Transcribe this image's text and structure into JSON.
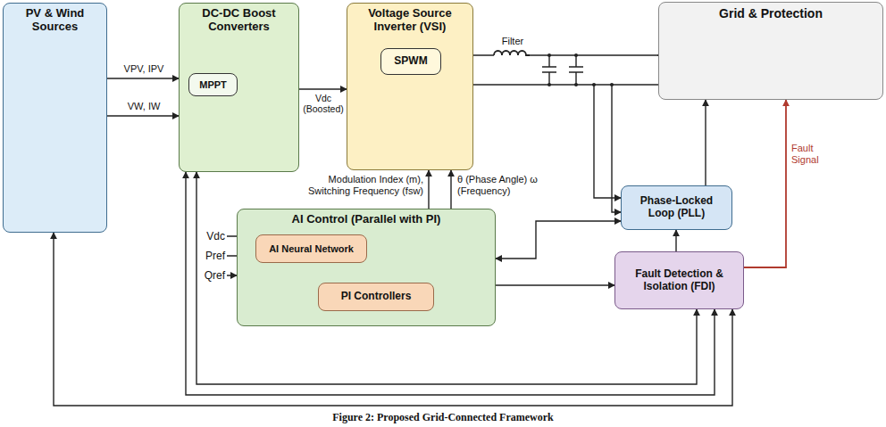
{
  "diagram": {
    "caption": "Figure 2: Proposed Grid-Connected Framework",
    "nodes": [
      {
        "text": [
          "PV & Wind Sources"
        ]
      },
      {
        "text": [
          "DC-DC Boost Converters"
        ]
      },
      {
        "text": [
          "MPPT"
        ],
        "in": 1
      },
      {
        "text": [
          "Voltage Source Inverter (VSI)"
        ]
      },
      {
        "text": [
          "SPWM"
        ],
        "in": 3
      },
      {
        "text": [
          "Grid & Protection"
        ]
      },
      {
        "text": [
          "AI Control (Parallel with PI)"
        ]
      },
      {
        "text": [
          "AI Neural Network"
        ],
        "in": 6
      },
      {
        "text": [
          "PI Controllers"
        ],
        "in": 6
      },
      {
        "text": [
          "Phase-Locked Loop (PLL)"
        ]
      },
      {
        "text": [
          "Fault Detection & Isolation (FDI)"
        ]
      }
    ],
    "edges": [
      {
        "from": 0,
        "to": 1,
        "label": "VPV, IPV",
        "arrow": "to"
      },
      {
        "from": 0,
        "to": 1,
        "label": "VW, IW",
        "arrow": "to"
      },
      {
        "from": 1,
        "to": 3,
        "label": "Vdc (Boosted)",
        "arrow": "to"
      },
      {
        "from": 3,
        "to": 5,
        "arrow": "none"
      },
      {
        "from": 6,
        "to": 3,
        "label": "Modulation Index (m), Switching Frequency (fsw)",
        "arrow": "to"
      },
      {
        "from": 6,
        "to": 3,
        "label": "θ (Phase Angle) ω (Frequency)",
        "arrow": "to"
      },
      {
        "from": 9,
        "to": 6,
        "arrow": "both"
      },
      {
        "from": 6,
        "to": 10,
        "arrow": "to"
      },
      {
        "from": 9,
        "to": 5,
        "arrow": "to"
      },
      {
        "from": 10,
        "to": 9,
        "arrow": "to"
      },
      {
        "from": 10,
        "to": 5,
        "label": "Fault Signal",
        "arrow": "to"
      },
      {
        "from": 7,
        "to": 8,
        "arrow": "to"
      },
      {
        "from": 8,
        "to": 7,
        "arrow": "to"
      },
      {
        "from": 10,
        "to": 0,
        "arrow": "both"
      },
      {
        "from": 10,
        "to": 1,
        "arrow": "both"
      },
      {
        "from": 10,
        "to": 1,
        "arrow": "both"
      }
    ],
    "labels": [
      "Filter",
      "Vdc",
      "Pref",
      "Qref"
    ]
  }
}
